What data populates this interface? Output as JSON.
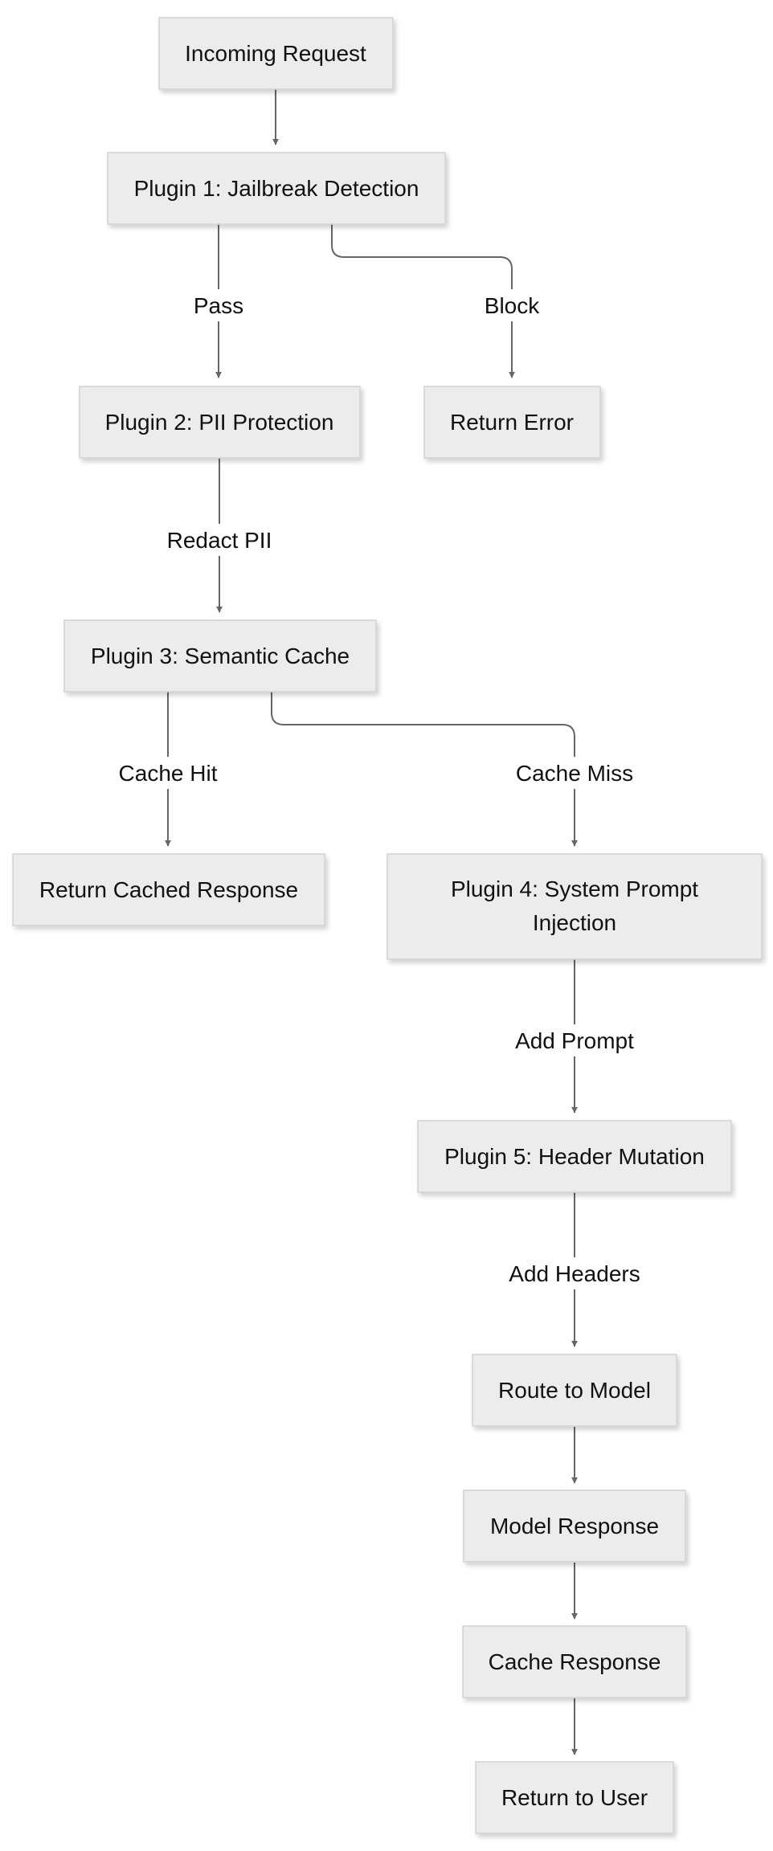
{
  "colors": {
    "node_fill": "#ececec",
    "node_border": "#d2d2d2",
    "edge": "#666666",
    "text": "#111111",
    "background": "#ffffff"
  },
  "nodes": {
    "incoming_request": "Incoming Request",
    "plugin_1": "Plugin 1: Jailbreak Detection",
    "plugin_2": "Plugin 2: PII Protection",
    "return_error": "Return Error",
    "plugin_3": "Plugin 3: Semantic Cache",
    "return_cached": "Return Cached Response",
    "plugin_4_line1": "Plugin 4: System Prompt",
    "plugin_4_line2": "Injection",
    "plugin_5": "Plugin 5: Header Mutation",
    "route_to_model": "Route to Model",
    "model_response": "Model Response",
    "cache_response": "Cache Response",
    "return_to_user": "Return to User"
  },
  "edges": {
    "pass": "Pass",
    "block": "Block",
    "redact_pii": "Redact PII",
    "cache_hit": "Cache Hit",
    "cache_miss": "Cache Miss",
    "add_prompt": "Add Prompt",
    "add_headers": "Add Headers"
  }
}
